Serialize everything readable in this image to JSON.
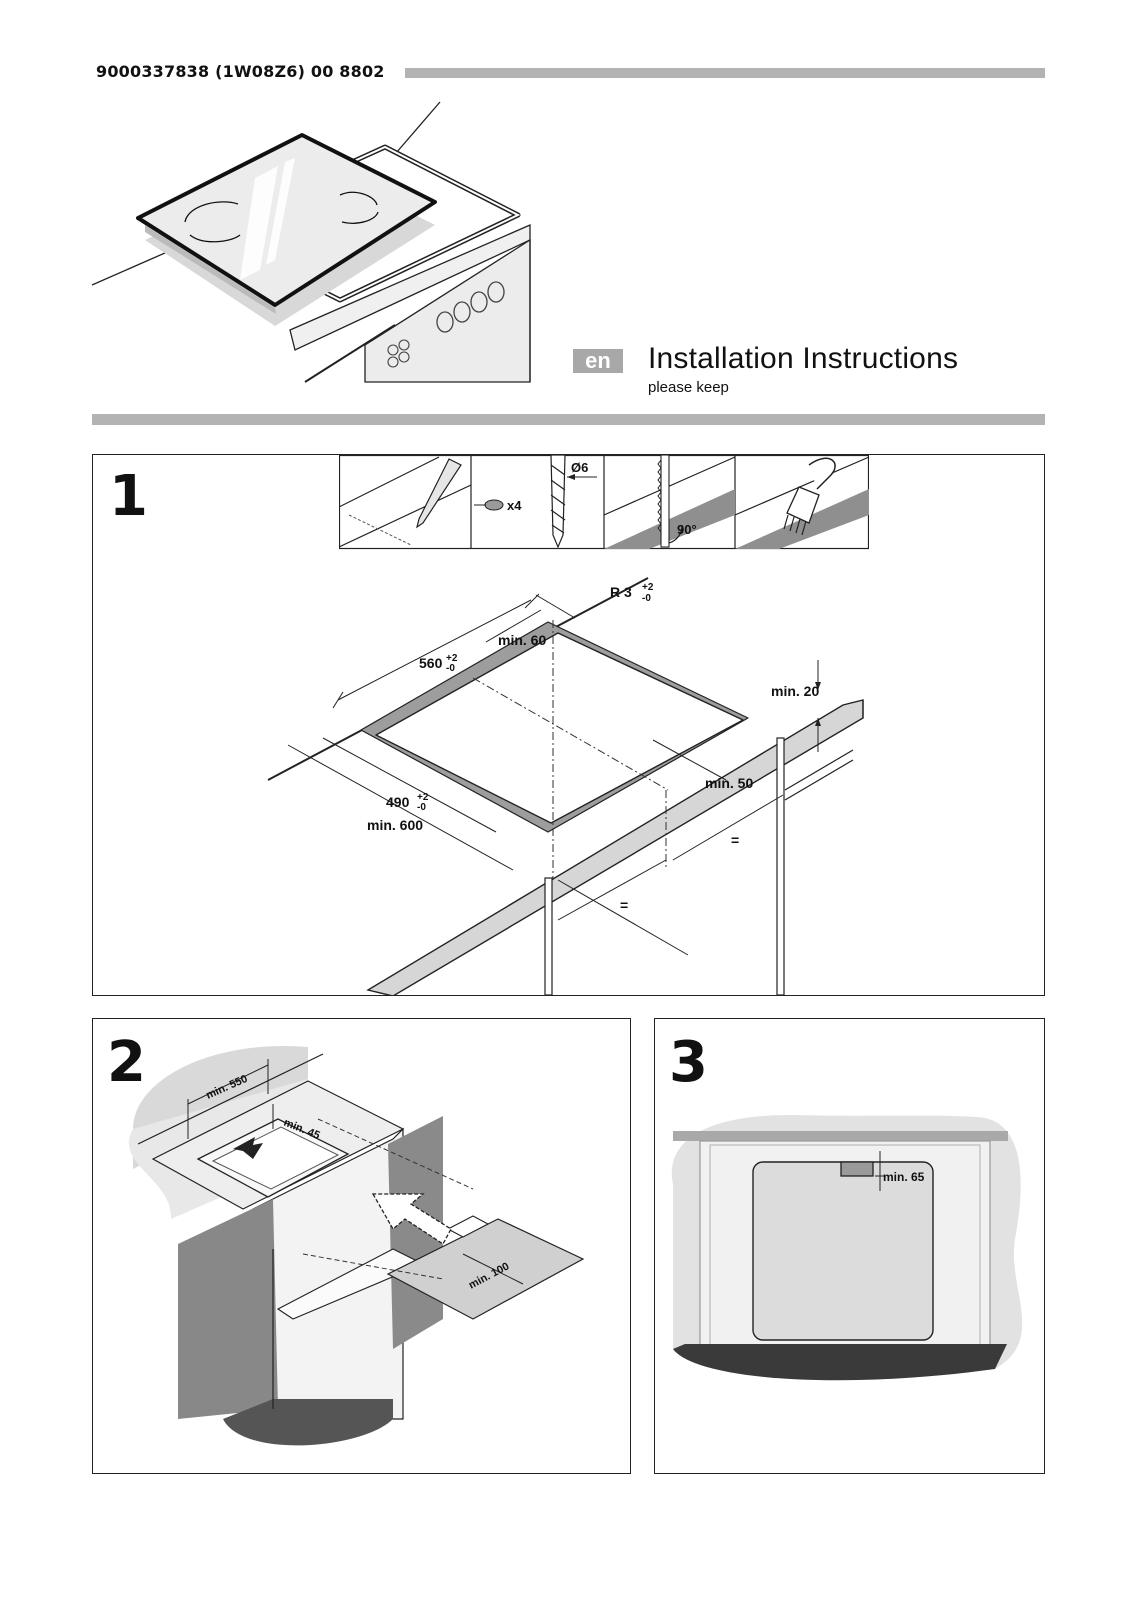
{
  "header": {
    "doc_number": "9000337838 (1W08Z6) 00 8802",
    "language_badge": "en",
    "title": "Installation Instructions",
    "subtitle": "please keep"
  },
  "steps": [
    {
      "number": "1",
      "tool_strip": {
        "diameter": "Ø6",
        "count": "x4",
        "angle": "90°"
      },
      "dimensions": {
        "radius": "R 3",
        "radius_tol_plus": "+2",
        "radius_tol_minus": "-0",
        "width": "560",
        "width_tol_plus": "+2",
        "width_tol_minus": "-0",
        "depth": "490",
        "depth_tol_plus": "+2",
        "depth_tol_minus": "-0",
        "min_back": "min. 60",
        "min_side": "min. 50",
        "min_front": "min. 600",
        "min_top": "min. 20",
        "equal_a": "=",
        "equal_b": "="
      }
    },
    {
      "number": "2",
      "dimensions": {
        "min_a": "min. 550",
        "min_b": "min. 45",
        "min_c": "min. 100"
      }
    },
    {
      "number": "3",
      "dimensions": {
        "min_a": "min. 65"
      }
    }
  ]
}
